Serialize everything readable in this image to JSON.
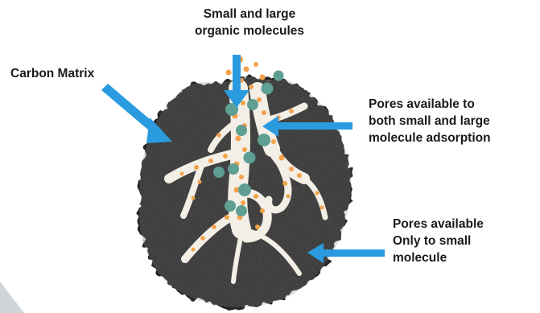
{
  "labels": {
    "molecules": [
      "Small and large",
      "organic molecules"
    ],
    "carbon_matrix": "Carbon Matrix",
    "pores_both": [
      "Pores available to",
      "both small and large",
      "molecule adsorption"
    ],
    "pores_small": [
      "Pores available",
      "Only to small",
      "molecule"
    ]
  },
  "colors": {
    "arrow": "#2b9be0",
    "carbon": "#262626",
    "pore": "#f4efe6",
    "small_molecule": "#f2a24a",
    "large_molecule": "#5f9e93",
    "corner_shape": "#cfd4d8"
  },
  "icons": {
    "arrow": "arrow-icon"
  }
}
